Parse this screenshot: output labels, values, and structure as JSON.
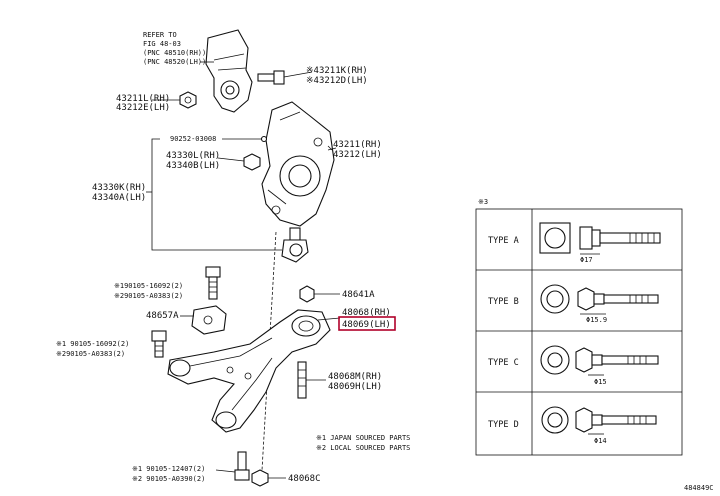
{
  "refer": {
    "line1": "REFER TO",
    "line2": "FIG 48-03",
    "line3": "(PNC 48510(RH))",
    "line4": "(PNC 48520(LH))"
  },
  "labels": {
    "l43211k": "※43211K(RH)",
    "l43212d": "※43212D(LH)",
    "l43211l": "43211L(RH)",
    "l43212e": "43212E(LH)",
    "l90252": "90252-03008",
    "l43330l": "43330L(RH)",
    "l43340b": "43340B(LH)",
    "l43211": "43211(RH)",
    "l43212": "43212(LH)",
    "l43330k": "43330K(RH)",
    "l43340a": "43340A(LH)",
    "l48641a": "48641A",
    "l90105_16092_top": "※190105-16092(2)",
    "l90105_a0383": "※290105-A0383(2)",
    "l48657a": "48657A",
    "l48068": "48068(RH)",
    "l48069": "48069(LH)",
    "l90105_16092_mid": "※1 90105-16092(2)",
    "l90105_a0383_mid": "※290105-A0383(2)",
    "l48068m": "48068M(RH)",
    "l48069h": "48069H(LH)",
    "l90105_12407": "※1 90105-12407(2)",
    "l90105_a0390": "※2 90105-A0390(2)",
    "l48068c": "48068C"
  },
  "notes": {
    "note1": "※1 JAPAN SOURCED PARTS",
    "note2": "※2 LOCAL SOURCED PARTS"
  },
  "legend": {
    "marker": "※3",
    "types": [
      {
        "label": "TYPE A",
        "dim": "Φ17"
      },
      {
        "label": "TYPE B",
        "dim": "Φ15.9"
      },
      {
        "label": "TYPE C",
        "dim": "Φ15"
      },
      {
        "label": "TYPE D",
        "dim": "Φ14"
      }
    ]
  },
  "footer": {
    "code": "484849C"
  },
  "colors": {
    "highlight": "#b0002a",
    "ink": "#111111"
  }
}
